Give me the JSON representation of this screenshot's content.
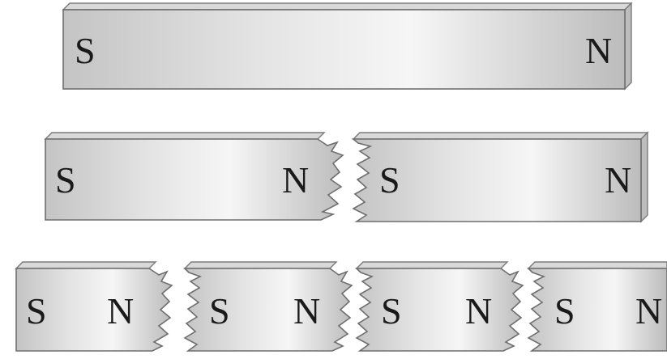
{
  "magnets": {
    "whole": {
      "pieces": [
        {
          "south": "S",
          "north": "N"
        }
      ]
    },
    "halves": {
      "pieces": [
        {
          "south": "S",
          "north": "N"
        },
        {
          "south": "S",
          "north": "N"
        }
      ]
    },
    "quarters": {
      "pieces": [
        {
          "south": "S",
          "north": "N"
        },
        {
          "south": "S",
          "north": "N"
        },
        {
          "south": "S",
          "north": "N"
        },
        {
          "south": "S",
          "north": "N"
        }
      ]
    }
  },
  "colors": {
    "steel_light": "#f4f4f4",
    "steel_dark": "#b8b8b8",
    "outline": "#6e6e6e"
  }
}
